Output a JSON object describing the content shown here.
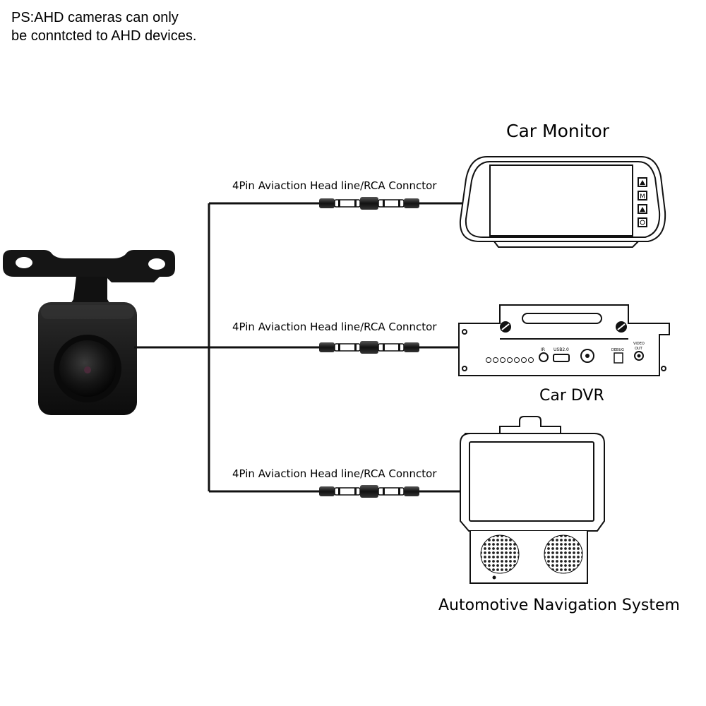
{
  "note": {
    "line1": "PS:AHD cameras can only",
    "line2": "be conntcted to AHD devices."
  },
  "cable_label": "4Pin Aviaction Head line/RCA Connctor",
  "devices": {
    "monitor": {
      "title": "Car Monitor",
      "buttons": [
        "M"
      ]
    },
    "dvr": {
      "title": "Car DVR",
      "port_labels": [
        "IR",
        "USB2.0",
        "DEBUG",
        "VIDEO",
        "OUT"
      ]
    },
    "navigation": {
      "title": "Automotive Navigation System"
    }
  },
  "icons": [
    "camera-icon",
    "car-monitor-icon",
    "car-dvr-icon",
    "navigation-system-icon",
    "cable-connector-icon"
  ]
}
